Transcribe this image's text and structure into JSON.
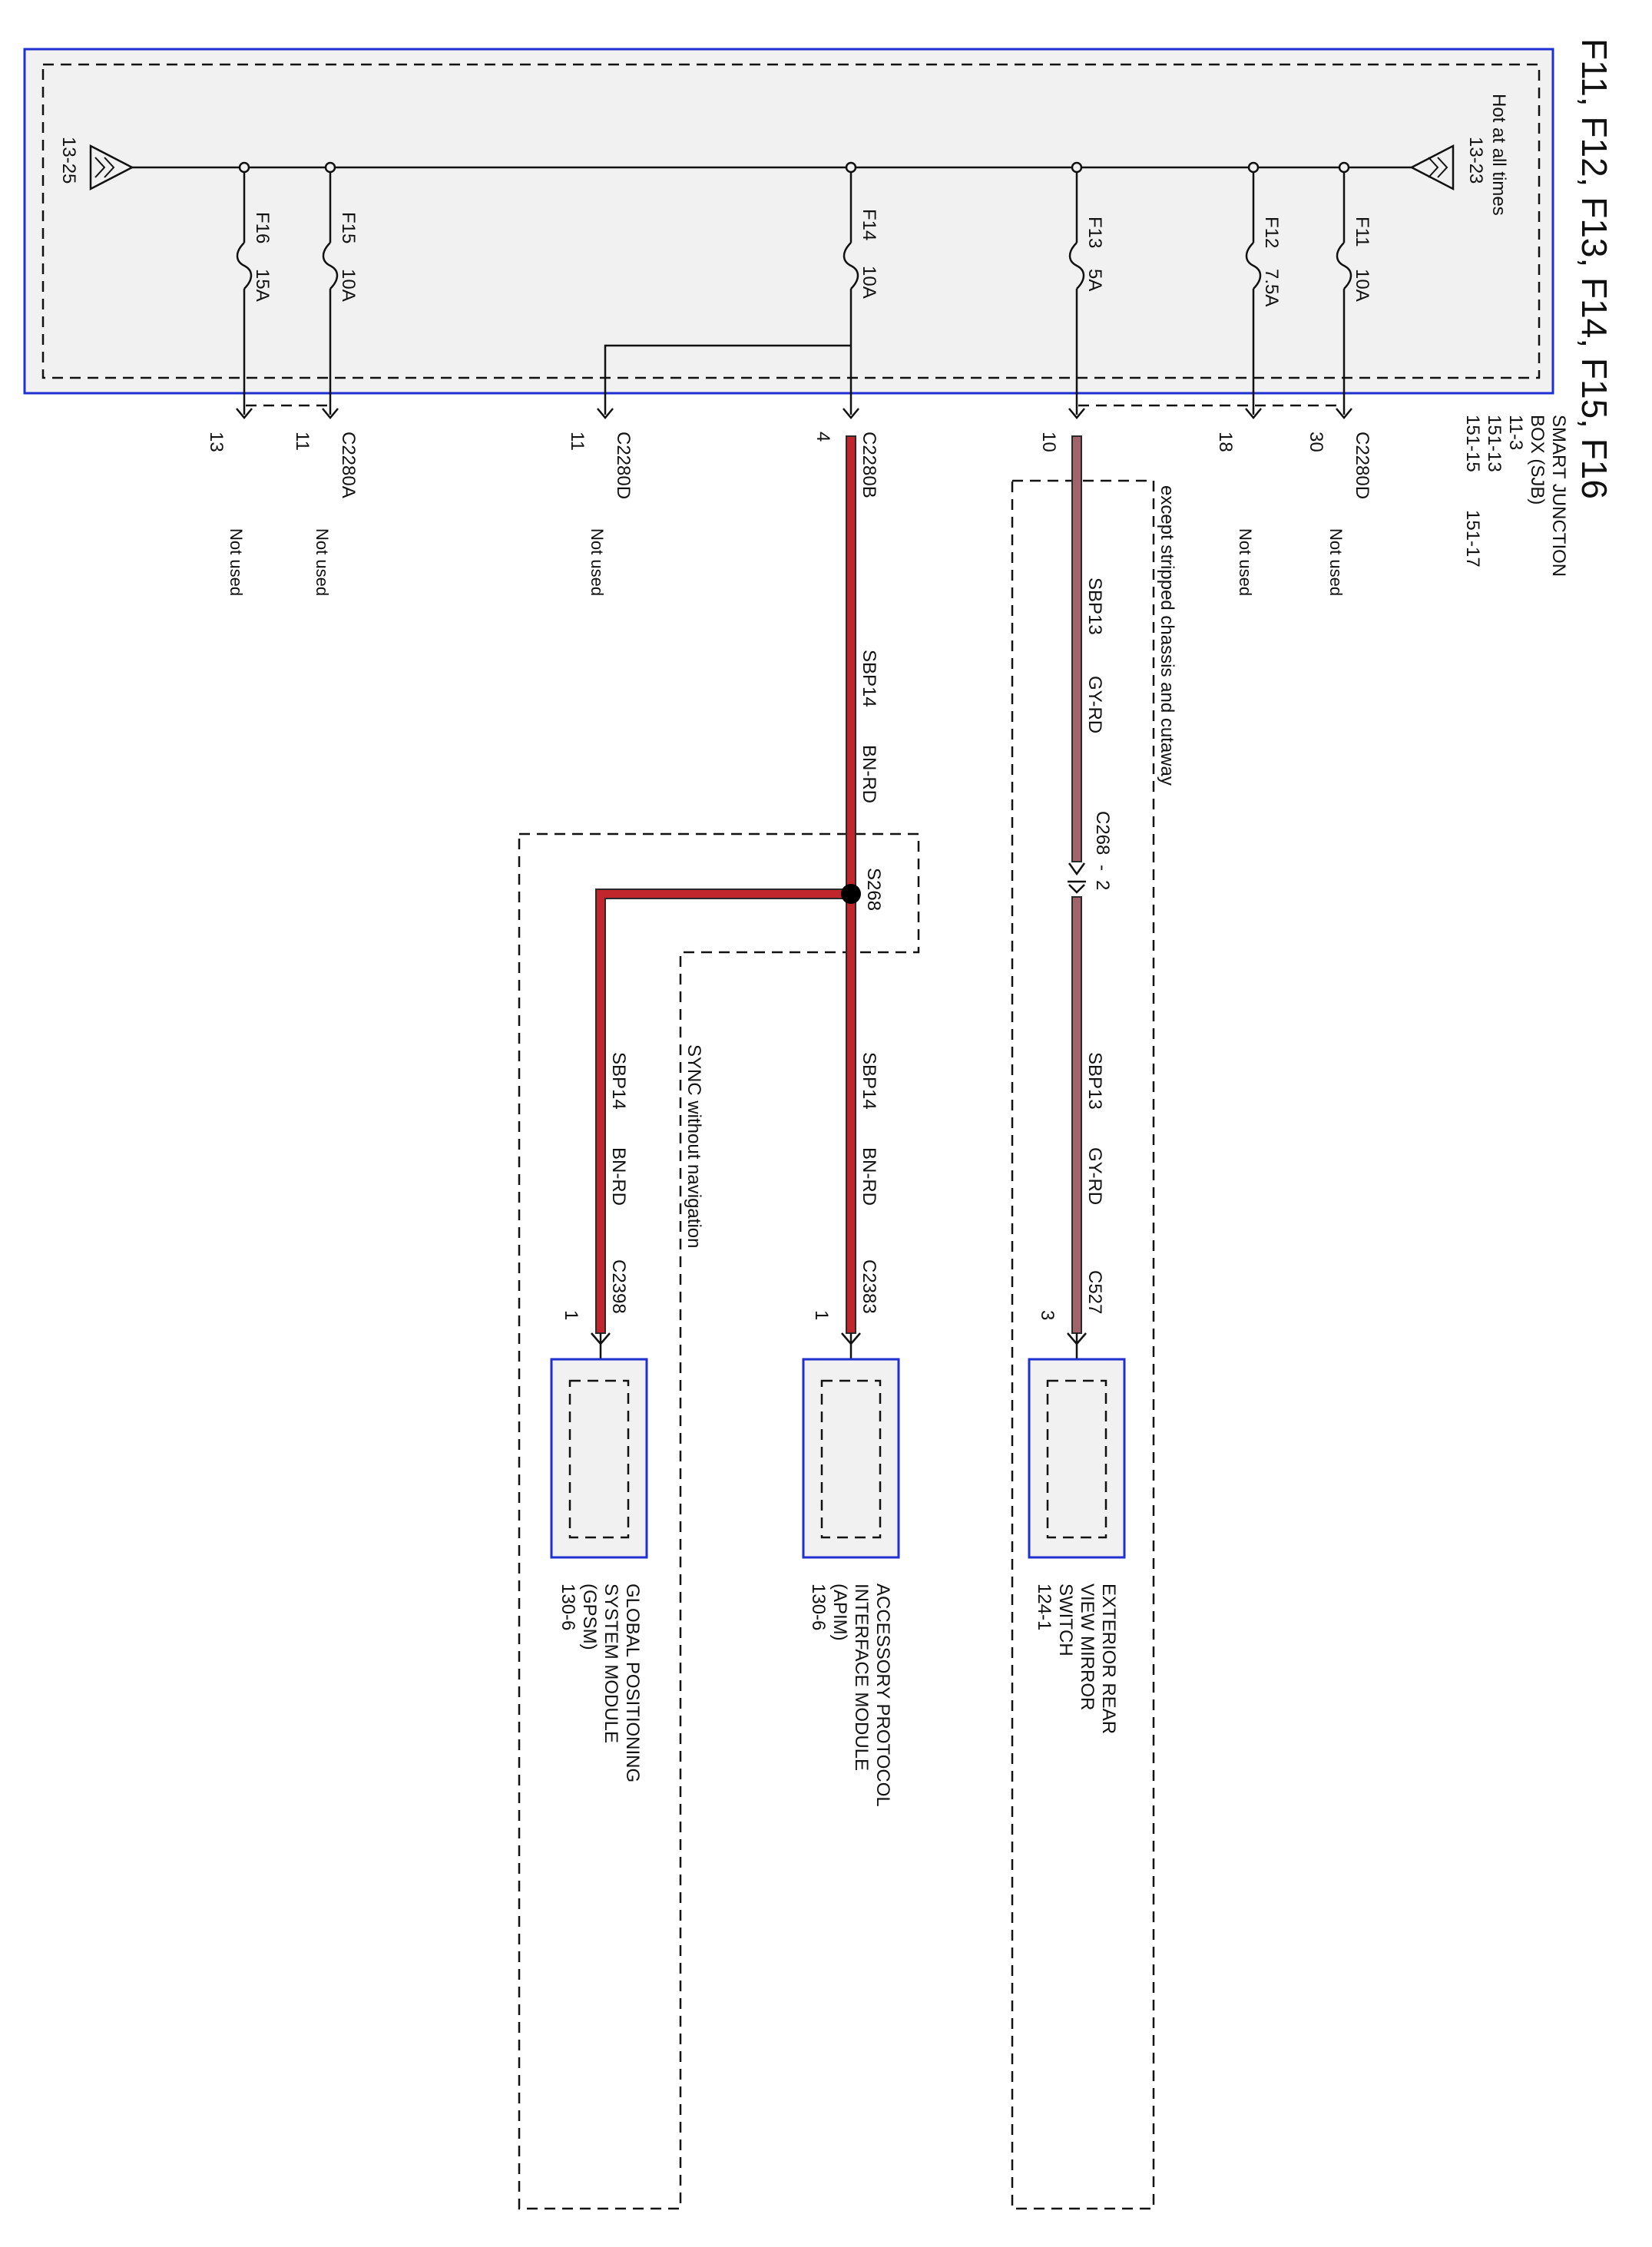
{
  "title": "F11, F12, F13, F14, F15, F16",
  "sjb": {
    "name_line1": "SMART JUNCTION",
    "name_line2": "BOX (SJB)",
    "ref1": "11-3",
    "ref2": "151-13",
    "ref3": "151-15",
    "ref4": "151-17",
    "hot_label": "Hot at all times",
    "bus_in_ref": "13-23",
    "bus_out_ref": "13-25"
  },
  "fuses": [
    {
      "name": "F11",
      "rating": "10A",
      "connector": "C2280D",
      "pin": "30",
      "status": "Not used"
    },
    {
      "name": "F12",
      "rating": "7.5A",
      "pin": "18",
      "status": "Not used"
    },
    {
      "name": "F13",
      "rating": "5A",
      "pin": "10"
    },
    {
      "name": "F14",
      "rating": "10A",
      "connector": "C2280B",
      "pin": "4"
    },
    {
      "name": "F14-branch",
      "connector": "C2280D",
      "pin": "11",
      "status": "Not used"
    },
    {
      "name": "F15",
      "rating": "10A",
      "connector": "C2280A",
      "pin": "11",
      "status": "Not used"
    },
    {
      "name": "F16",
      "rating": "15A",
      "pin": "13",
      "status": "Not used"
    }
  ],
  "wires": {
    "sbp13_upper_circuit": "SBP13",
    "sbp13_upper_color": "GY-RD",
    "sbp13_lower_circuit": "SBP13",
    "sbp13_lower_color": "GY-RD",
    "sbp14_upper_circuit": "SBP14",
    "sbp14_upper_color": "BN-RD",
    "sbp14_lower_circuit": "SBP14",
    "sbp14_lower_color": "BN-RD",
    "sbp14_branch_circuit": "SBP14",
    "sbp14_branch_color": "BN-RD"
  },
  "inline_connector": "C268",
  "inline_pin": "2",
  "splice": "S268",
  "option_labels": {
    "except": "except stripped chassis and cutaway",
    "sync": "SYNC without navigation"
  },
  "components": [
    {
      "connector": "C527",
      "pin": "3",
      "name_lines": [
        "EXTERIOR REAR",
        "VIEW MIRROR",
        "SWITCH"
      ],
      "ref": "124-1"
    },
    {
      "connector": "C2383",
      "pin": "1",
      "name_lines": [
        "ACCESSORY PROTOCOL",
        "INTERFACE MODULE",
        "(APIM)"
      ],
      "ref": "130-6"
    },
    {
      "connector": "C2398",
      "pin": "1",
      "name_lines": [
        "GLOBAL POSITIONING",
        "SYSTEM MODULE",
        "(GPSM)"
      ],
      "ref": "130-6"
    }
  ],
  "colors": {
    "frame_blue": "#1f2fd0",
    "box_fill": "#f1f1f1",
    "wire_bn_rd": "#c0262b",
    "wire_gy_rd": "#a0646a",
    "wire_outline": "#2a2a2a"
  }
}
